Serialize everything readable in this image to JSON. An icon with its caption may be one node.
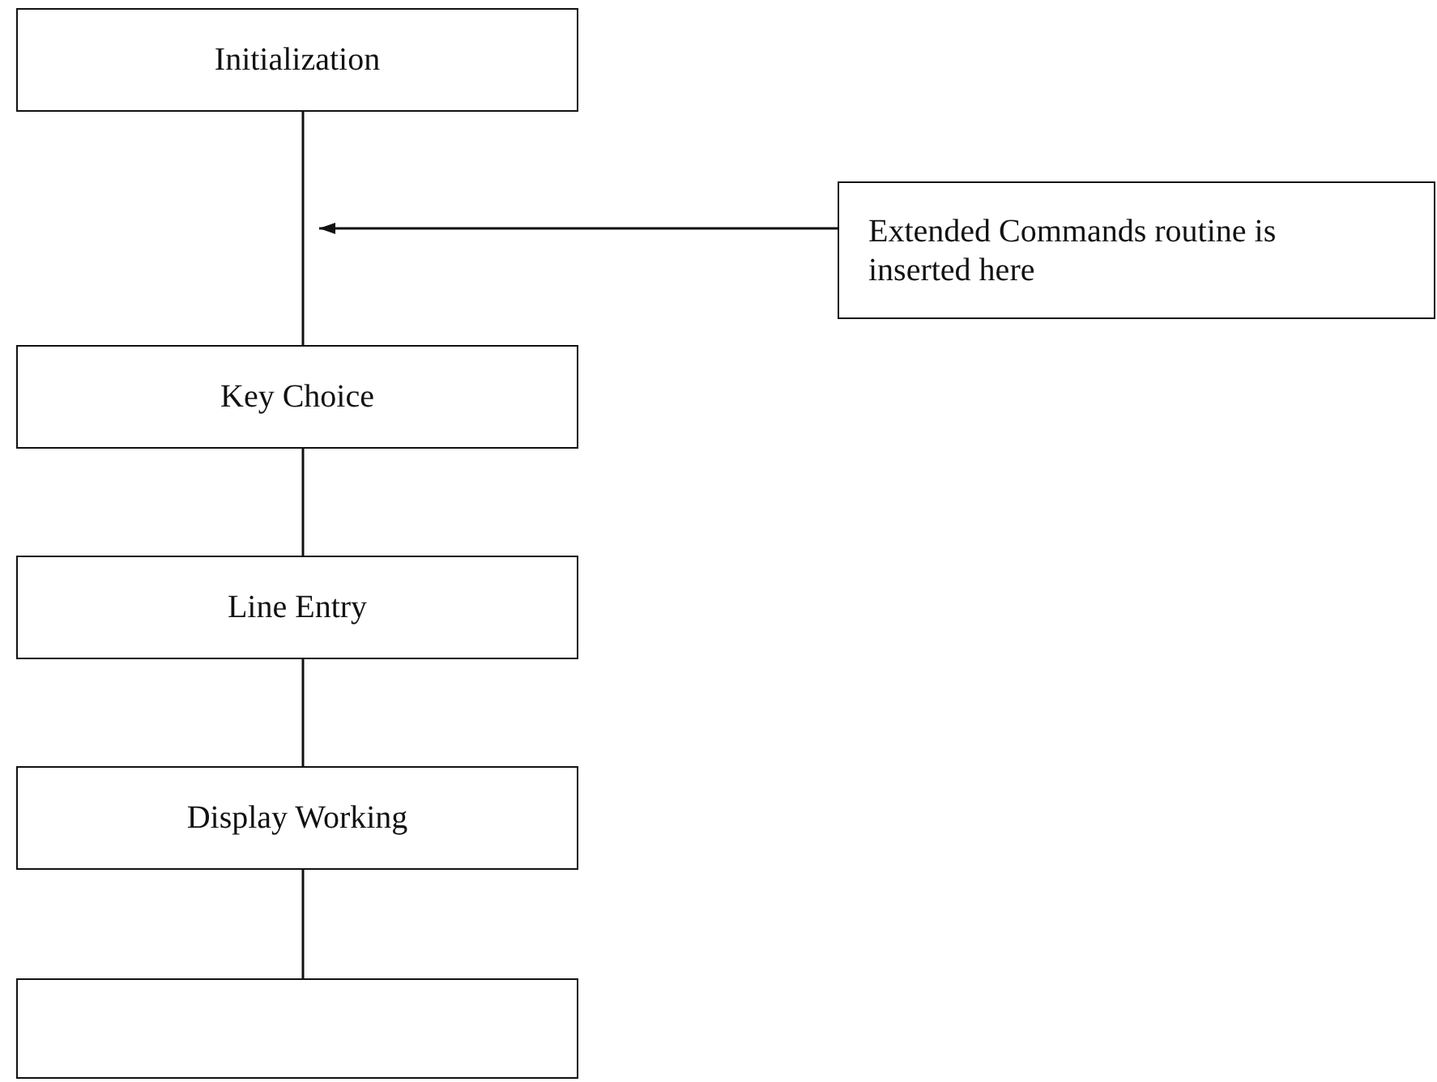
{
  "diagram": {
    "nodes": [
      {
        "text": [
          "Initialization"
        ]
      },
      {
        "text": [
          "Extended Commands routine is inserted here"
        ]
      },
      {
        "text": [
          "Key Choice"
        ]
      },
      {
        "text": [
          "Line Entry"
        ]
      },
      {
        "text": [
          "Display Working"
        ]
      },
      {
        "text": [],
        "shape": "box"
      }
    ],
    "edges": [
      {
        "from": 0,
        "to": 2,
        "arrow": "none"
      },
      {
        "from": 1,
        "to": null,
        "arrow": "to"
      },
      {
        "from": 2,
        "to": 3,
        "arrow": "none"
      },
      {
        "from": 3,
        "to": 4,
        "arrow": "none"
      },
      {
        "from": 4,
        "to": 5,
        "arrow": "none"
      }
    ]
  }
}
